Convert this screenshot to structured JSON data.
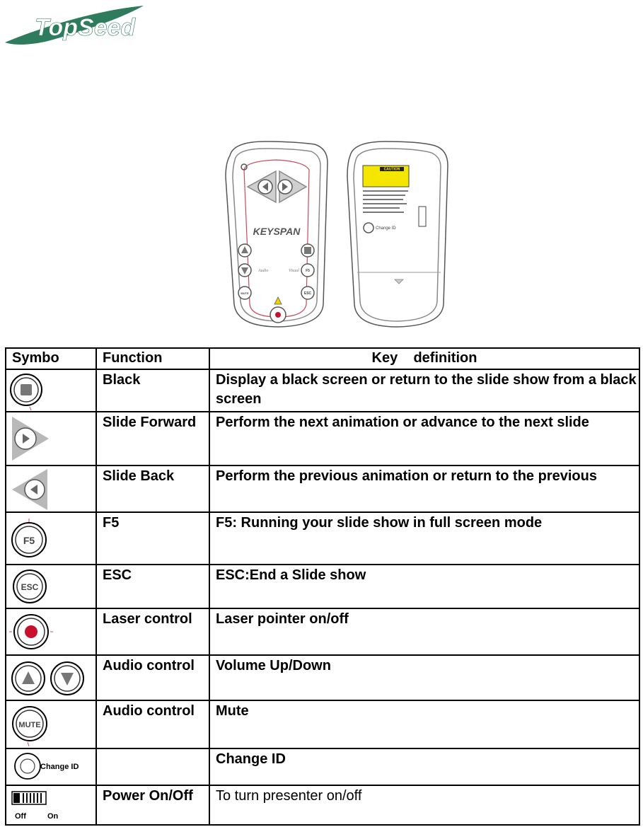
{
  "logo": {
    "text": "TopSeed"
  },
  "device": {
    "brand": "KEYSPAN",
    "caution": "CAUTION",
    "change_id_label": "Change ID",
    "audio_label": "Audio",
    "visual_label": "Visual",
    "f5": "F5",
    "esc": "ESC",
    "mute": "MUTE"
  },
  "table": {
    "headers": {
      "symbol": "Symbo",
      "function": "Function",
      "definition": "Key    definition"
    },
    "rows": [
      {
        "icon": "black-square-button-icon",
        "function": "Black",
        "definition": "Display a black screen or return to the slide show from a black screen"
      },
      {
        "icon": "slide-forward-arrow-icon",
        "function": "Slide Forward",
        "definition": "Perform the next animation or advance to the next slide"
      },
      {
        "icon": "slide-back-arrow-icon",
        "function": "Slide Back",
        "definition": "Perform the previous animation or return to the previous"
      },
      {
        "icon": "f5-button-icon",
        "symbol_text": "F5",
        "function": "F5",
        "definition": "F5: Running your slide show in full screen mode"
      },
      {
        "icon": "esc-button-icon",
        "symbol_text": "ESC",
        "function": "ESC",
        "definition": "ESC:End a Slide show"
      },
      {
        "icon": "laser-button-icon",
        "function": "Laser control",
        "definition": "Laser pointer on/off"
      },
      {
        "icon": "volume-up-down-icon",
        "function": "Audio control",
        "definition": "Volume Up/Down"
      },
      {
        "icon": "mute-button-icon",
        "symbol_text": "MUTE",
        "function": "Audio control",
        "definition": "Mute"
      },
      {
        "icon": "change-id-button-icon",
        "symbol_text": "Change ID",
        "function": "",
        "definition": "Change ID"
      },
      {
        "icon": "power-switch-icon",
        "symbol_off": "Off",
        "symbol_on": "On",
        "function": "Power On/Off",
        "definition": "To turn presenter on/off"
      }
    ]
  },
  "colors": {
    "logo_green": "#2e7b5e",
    "laser_red": "#c8102e",
    "arrow_gray": "#b8b8b8"
  }
}
